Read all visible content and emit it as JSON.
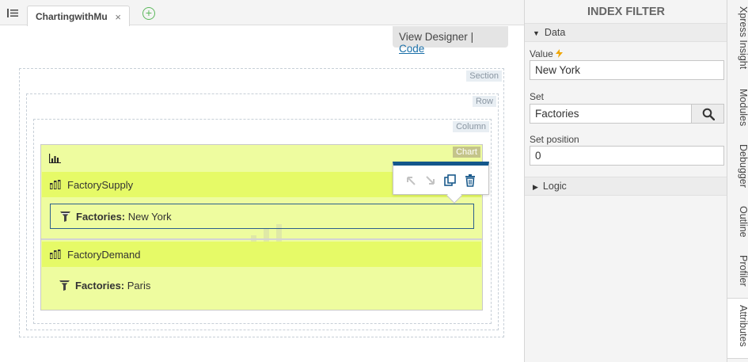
{
  "tabbar": {
    "tab_title": "ChartingwithMu",
    "close_glyph": "×",
    "add_glyph": "+"
  },
  "view_switch": {
    "designer_label": "View Designer",
    "separator": "|",
    "code_label": "Code"
  },
  "designer": {
    "section_label": "Section",
    "row_label": "Row",
    "column_label": "Column",
    "chart_label": "Chart",
    "series": [
      {
        "label": "FactorySupply",
        "filter_key": "Factories:",
        "filter_value": " New York"
      },
      {
        "label": "FactoryDemand",
        "filter_key": "Factories:",
        "filter_value": " Paris"
      }
    ]
  },
  "panel": {
    "title": "INDEX FILTER",
    "data_group": "Data",
    "value_label": "Value",
    "value": "New York",
    "set_label": "Set",
    "set_value": "Factories",
    "set_position_label": "Set position",
    "set_position_value": "0",
    "logic_group": "Logic"
  },
  "side_tabs": [
    "Xpress Insight",
    "Modules",
    "Debugger",
    "Outline",
    "Profiler",
    "Attributes"
  ],
  "icons": {
    "menu": "menu-icon",
    "chart": "bar-chart-icon",
    "series": "series-bars-icon",
    "filter": "funnel-icon",
    "lightning": "lightning-icon",
    "search": "search-icon"
  },
  "colors": {
    "accent": "#13578b",
    "chart_bg": "#eefc9f",
    "series_bg": "#e6fa67",
    "link": "#1a6fa8",
    "lightning": "#f0a500"
  }
}
